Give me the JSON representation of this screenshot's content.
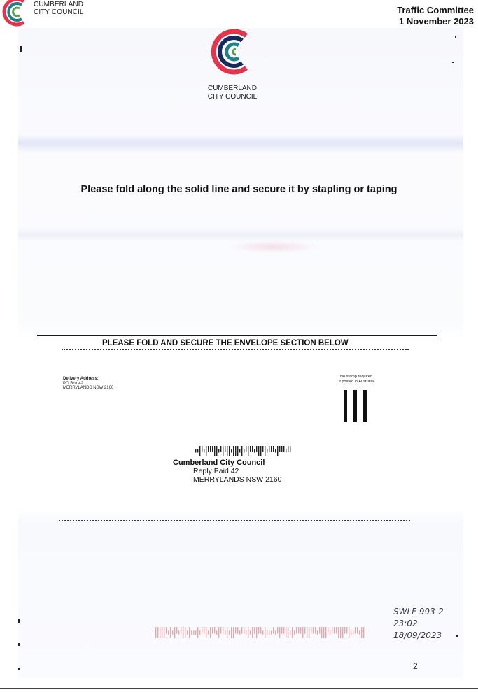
{
  "header": {
    "logo_line1": "CUMBERLAND",
    "logo_line2": "CITY COUNCIL",
    "committee": "Traffic Committee",
    "date": "1 November 2023",
    "logo_icon": "cumberland-council-logo-icon"
  },
  "document": {
    "logo_line1": "CUMBERLAND",
    "logo_line2": "CITY COUNCIL",
    "instruction": "Please fold along the solid line and secure it by stapling or taping",
    "section_heading": "PLEASE FOLD AND SECURE THE ENVELOPE SECTION BELOW"
  },
  "envelope": {
    "delivery_label": "Delivery Address:",
    "delivery_line1": "PO Box 42",
    "delivery_line2": "MERRYLANDS  NSW  2160",
    "stamp_line1": "No stamp required",
    "stamp_line2": "if posted in Australia",
    "recipient": "Cumberland City Council",
    "reply_paid": "Reply Paid 42",
    "suburb": "MERRYLANDS  NSW  2160"
  },
  "footer": {
    "handwritten_ref": "SWLF 993-2",
    "handwritten_time": "23:02",
    "handwritten_date": "18/09/2023",
    "page_number": "2"
  },
  "colors": {
    "logo_red": "#e4334b",
    "logo_teal": "#1f7f86",
    "logo_navy": "#17285a",
    "logo_green": "#5aa04a",
    "barcode_red": "#e7a9ad"
  }
}
